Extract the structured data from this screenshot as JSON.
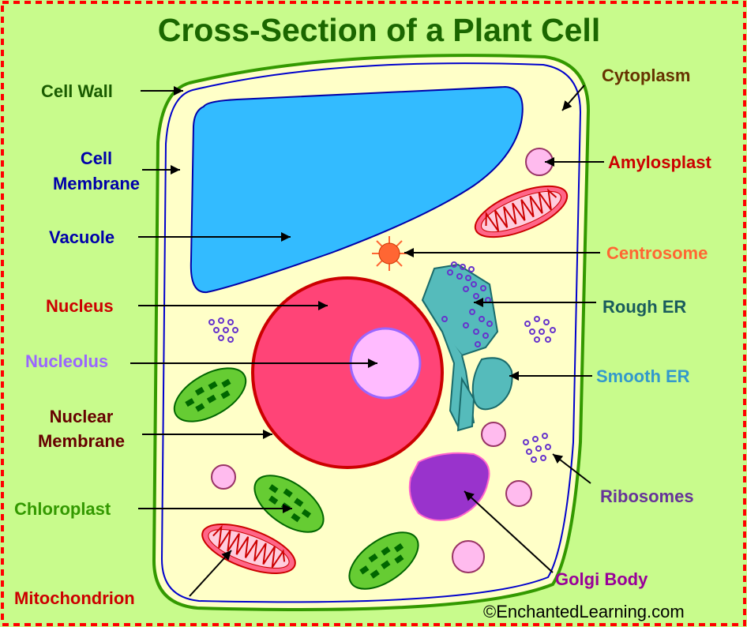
{
  "title": "Cross-Section of a Plant Cell",
  "labels": {
    "cell_wall": "Cell Wall",
    "cytoplasm": "Cytoplasm",
    "cell_membrane_1": "Cell",
    "cell_membrane_2": "Membrane",
    "amylosplast": "Amylosplast",
    "vacuole": "Vacuole",
    "centrosome": "Centrosome",
    "nucleus": "Nucleus",
    "rough_er": "Rough ER",
    "nucleolus": "Nucleolus",
    "smooth_er": "Smooth ER",
    "nuclear_membrane_1": "Nuclear",
    "nuclear_membrane_2": "Membrane",
    "ribosomes": "Ribosomes",
    "chloroplast": "Chloroplast",
    "golgi_body": "Golgi Body",
    "mitochondrion": "Mitochondrion"
  },
  "copyright": "©EnchantedLearning.com",
  "colors": {
    "background": "#c8fb8c",
    "border": "#ff0000",
    "cytoplasm": "#ffffc8",
    "cell_wall": "#339900",
    "membrane": "#0000cc",
    "vacuole": "#33bbff",
    "nucleus": "#ff4477",
    "nucleolus": "#ffbbff",
    "chloroplast": "#66cc33",
    "mitochondrion": "#ff6688",
    "golgi": "#9933cc",
    "er": "#55bbbb",
    "centrosome": "#ff6633"
  }
}
